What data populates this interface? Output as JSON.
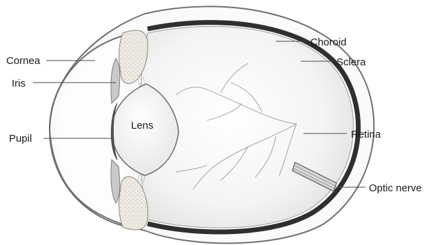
{
  "labels": {
    "cornea": "Cornea",
    "iris": "Iris",
    "pupil": "Pupil",
    "lens": "Lens",
    "choroid": "Choroid",
    "sclera": "Sclera",
    "retina": "Retina",
    "optic_nerve": "Optic nerve"
  },
  "colors": {
    "sclera_outline": "#6e6e6e",
    "choroid": "#2f2f2f",
    "vitreous": "#f3f3f3",
    "vessels": "#9a9a9a",
    "leader_lines": "#4a4a4a",
    "text": "#1a1a1a"
  }
}
